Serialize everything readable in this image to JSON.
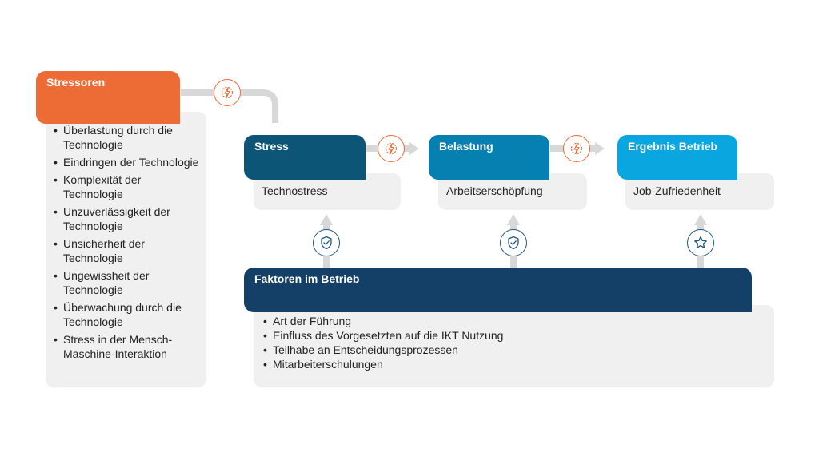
{
  "colors": {
    "stressoren": "#ed6b35",
    "stress": "#0d5577",
    "belastung": "#0580b0",
    "ergebnis": "#0aa6df",
    "faktoren": "#143f66",
    "gray_box": "#f0f0f0",
    "connector": "#d8d8d8"
  },
  "stressoren": {
    "title": "Stressoren",
    "items": [
      "Überlastung durch die Technologie",
      "Eindringen der Technologie",
      "Komplexität der Technologie",
      "Unzuverlässigkeit der Technologie",
      "Unsicherheit der Technologie",
      "Ungewissheit der Technologie",
      "Überwachung durch die Technologie",
      "Stress in der Mensch-Maschine-Interaktion"
    ]
  },
  "stages": [
    {
      "title": "Stress",
      "content": "Technostress",
      "factor_icon": "shield-check-icon"
    },
    {
      "title": "Belastung",
      "content": "Arbeitserschöpfung",
      "factor_icon": "shield-check-icon"
    },
    {
      "title": "Ergebnis Betrieb",
      "content": "Job-Zufriedenheit",
      "factor_icon": "star-icon"
    }
  ],
  "arrow_icon": "lightning-bolt-icon",
  "faktoren": {
    "title": "Faktoren im Betrieb",
    "items": [
      "Art der Führung",
      "Einfluss des Vorgesetzten auf die IKT Nutzung",
      "Teilhabe an Entscheidungsprozessen",
      "Mitarbeiterschulungen"
    ]
  }
}
